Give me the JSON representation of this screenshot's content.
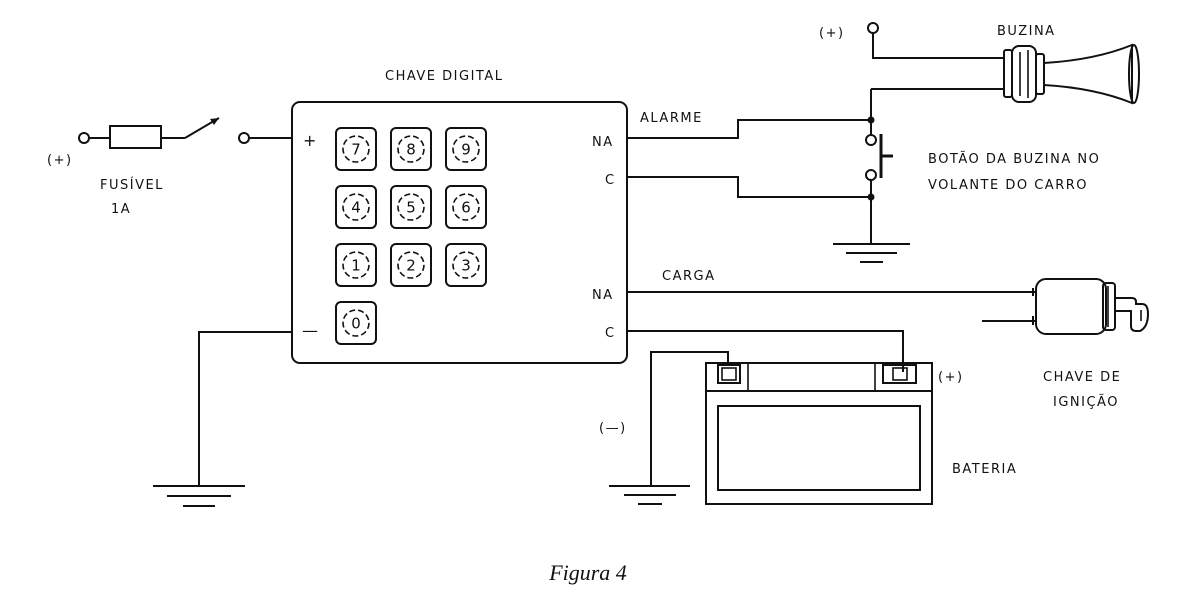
{
  "labels": {
    "chave_digital": "CHAVE DIGITAL",
    "plus_input": "(+)",
    "fusivel_1": "FUSÍVEL",
    "fusivel_2": "1A",
    "box_plus": "+",
    "box_minus": "—",
    "na_top": "NA",
    "c_top": "C",
    "na_bottom": "NA",
    "c_bottom": "C",
    "alarme": "ALARME",
    "carga": "CARGA",
    "horn_plus": "(+)",
    "buzina": "BUZINA",
    "botao_1": "BOTÃO DA BUZINA NO",
    "botao_2": "VOLANTE DO CARRO",
    "ignicao_1": "CHAVE DE",
    "ignicao_2": "IGNIÇÃO",
    "bat_plus": "(+)",
    "bat_minus": "(—)",
    "bateria": "BATERIA"
  },
  "keypad": {
    "keys": [
      "7",
      "8",
      "9",
      "4",
      "5",
      "6",
      "1",
      "2",
      "3",
      "0"
    ]
  },
  "caption": "Figura 4"
}
